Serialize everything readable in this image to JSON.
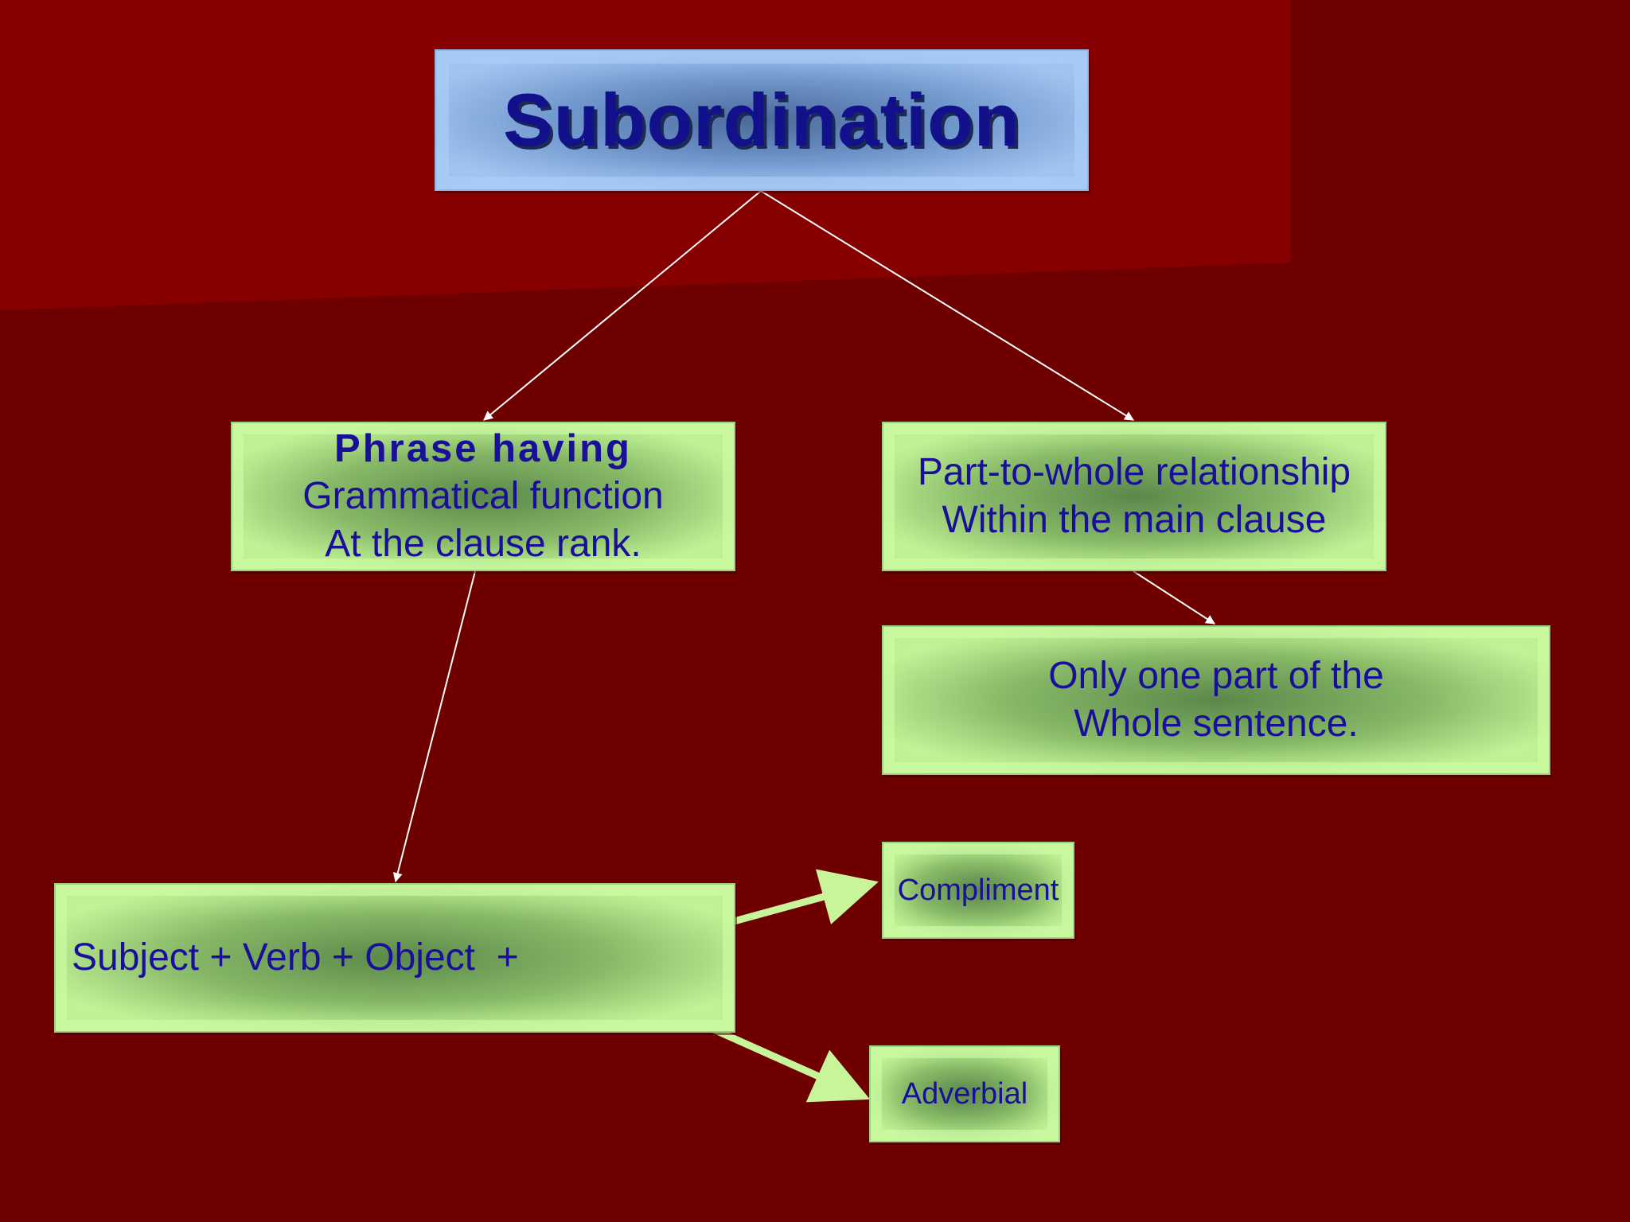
{
  "colors": {
    "background": "#6e0000",
    "green_box": "#c5f59a",
    "blue_box": "#a6c8f2",
    "text": "#1a0f99",
    "thin_arrow": "#ffffff",
    "thick_arrow": "#c8f59a"
  },
  "diagram": {
    "title": "Subordination",
    "left_branch": {
      "line1": "Phrase having",
      "line2": "Grammatical function",
      "line3": "At the clause rank."
    },
    "right_branch": {
      "line1": "Part-to-whole relationship",
      "line2": "Within the main clause"
    },
    "right_child": {
      "line1": "Only one part of the",
      "line2": "Whole sentence."
    },
    "pattern_box": {
      "text": "Subject + Verb + Object  +"
    },
    "option_1": "Compliment",
    "option_2": "Adverbial"
  }
}
